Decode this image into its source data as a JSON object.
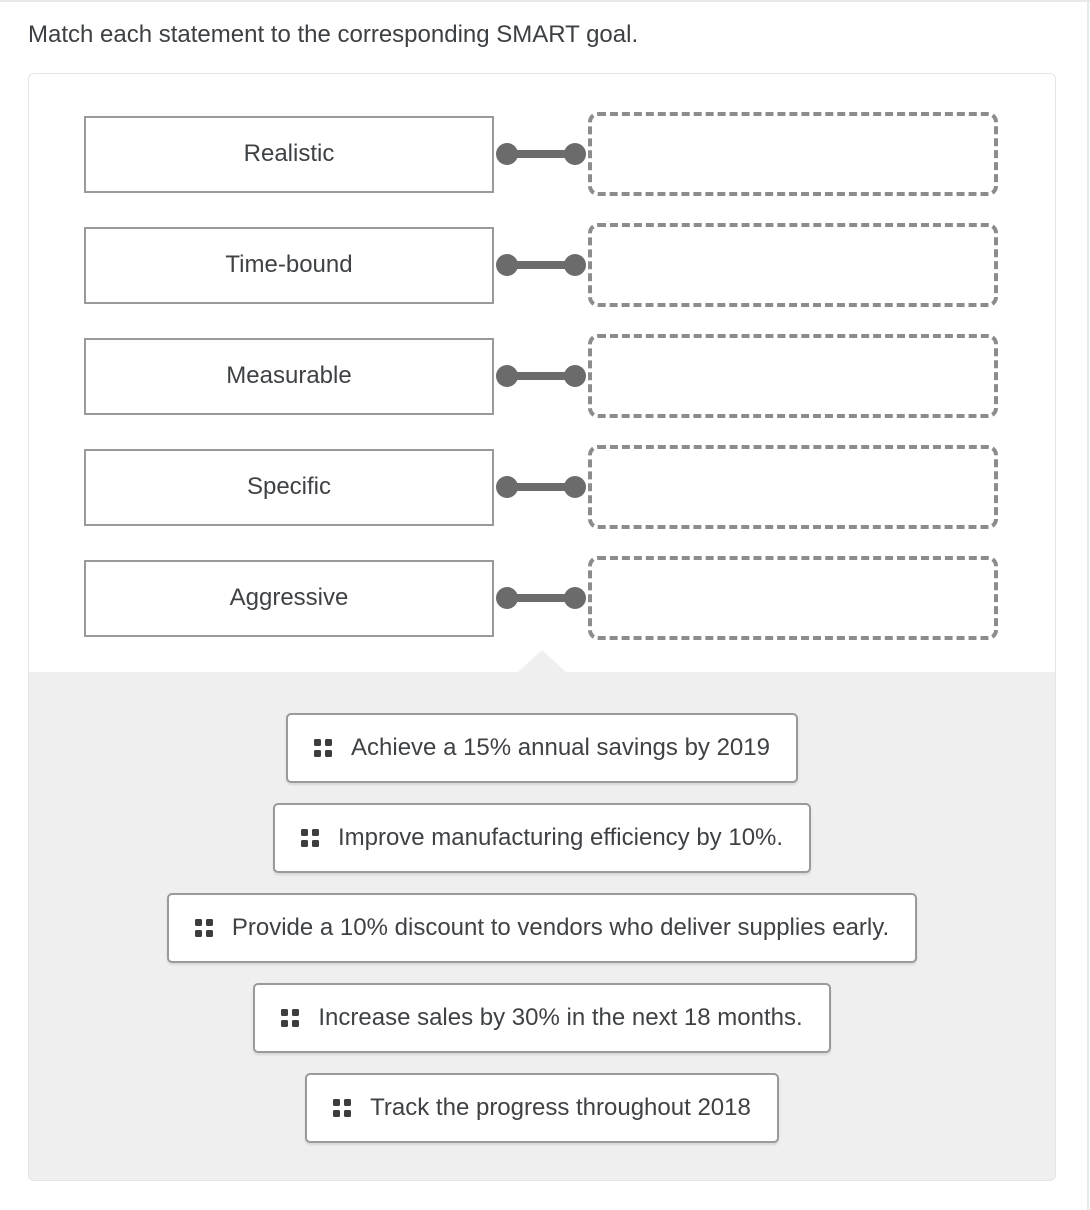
{
  "page": {
    "title": "Match each statement to the corresponding SMART goal."
  },
  "matching": {
    "rows": [
      {
        "term": "Realistic",
        "drop_value": ""
      },
      {
        "term": "Time-bound",
        "drop_value": ""
      },
      {
        "term": "Measurable",
        "drop_value": ""
      },
      {
        "term": "Specific",
        "drop_value": ""
      },
      {
        "term": "Aggressive",
        "drop_value": ""
      }
    ]
  },
  "bank": {
    "items": [
      {
        "label": "Achieve a 15% annual savings by 2019",
        "icon": "drag-handle-icon"
      },
      {
        "label": "Improve manufacturing efficiency by 10%.",
        "icon": "drag-handle-icon"
      },
      {
        "label": "Provide a 10% discount to vendors who deliver supplies early.",
        "icon": "drag-handle-icon"
      },
      {
        "label": "Increase sales by 30% in the next 18 months.",
        "icon": "drag-handle-icon"
      },
      {
        "label": "Track the progress throughout 2018",
        "icon": "drag-handle-icon"
      }
    ]
  },
  "colors": {
    "connector_gray": "#6b6b6b",
    "box_border": "#9a9a9a",
    "dashed_border": "#8c8c8c",
    "bank_background": "#efefef",
    "card_border": "#e4e4e4",
    "text": "#3f4245"
  }
}
